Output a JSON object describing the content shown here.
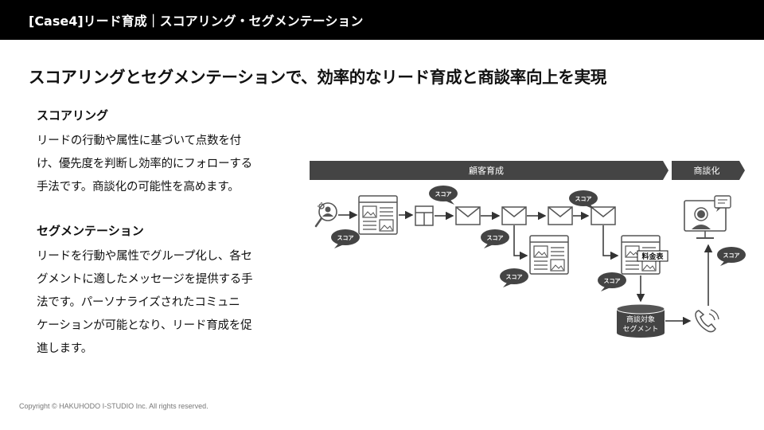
{
  "header": {
    "title": "[Case4]リード育成｜スコアリング・セグメンテーション"
  },
  "main_heading": "スコアリングとセグメンテーションで、効率的なリード育成と商談率向上を実現",
  "sections": [
    {
      "title": "スコアリング",
      "lines": [
        "リードの行動や属性に基づいて点数を付",
        "け、優先度を判断し効率的にフォローする",
        "手法です。商談化の可能性を高めます。"
      ]
    },
    {
      "title": "セグメンテーション",
      "lines": [
        "リードを行動や属性でグループ化し、各セ",
        "グメントに適したメッセージを提供する手",
        "法です。パーソナライズされたコミュニ",
        "ケーションが可能となり、リード育成を促",
        "進します。"
      ]
    }
  ],
  "diagram": {
    "stages": [
      "顧客育成",
      "商談化"
    ],
    "score_label": "スコア",
    "price_label": "料金表",
    "segment_label_line1": "商談対象",
    "segment_label_line2": "セグメント",
    "icons": [
      "search-user-icon",
      "webpage-icon",
      "form-icon",
      "mail-icon",
      "phone-icon",
      "video-call-icon",
      "database-icon"
    ],
    "colors": {
      "dark": "#444444",
      "arrow": "#333333",
      "stroke": "#555555"
    }
  },
  "footer": {
    "copyright": "Copyright © HAKUHODO I-STUDIO Inc. All rights reserved."
  }
}
